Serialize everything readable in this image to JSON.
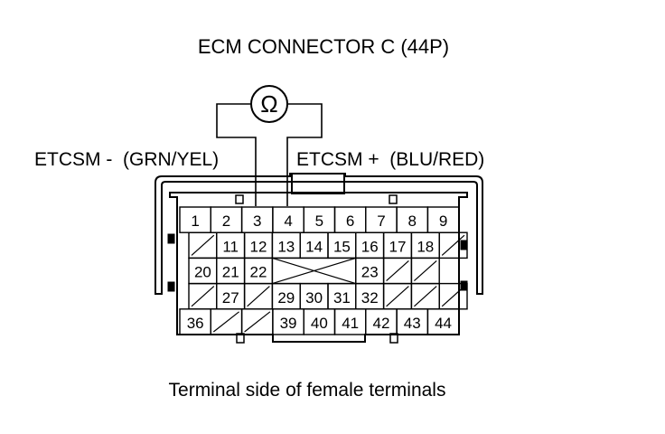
{
  "title": "ECM CONNECTOR C (44P)",
  "caption": "Terminal side of female terminals",
  "probe_symbol": "Ω",
  "label_left": "ETCSM -  (GRN/YEL)",
  "label_right": "ETCSM +  (BLU/RED)",
  "pins": {
    "row1": [
      "1",
      "2",
      "3",
      "4",
      "5",
      "6",
      "7",
      "8",
      "9"
    ],
    "row2": [
      "11",
      "12",
      "13",
      "14",
      "15",
      "16",
      "17",
      "18"
    ],
    "row3": [
      "20",
      "21",
      "22",
      "23"
    ],
    "row4": [
      "27",
      "29",
      "30",
      "31",
      "32"
    ],
    "row5": [
      "36",
      "39",
      "40",
      "41",
      "42",
      "43",
      "44"
    ]
  },
  "colors": {
    "line": "#000000",
    "background": "#ffffff"
  }
}
